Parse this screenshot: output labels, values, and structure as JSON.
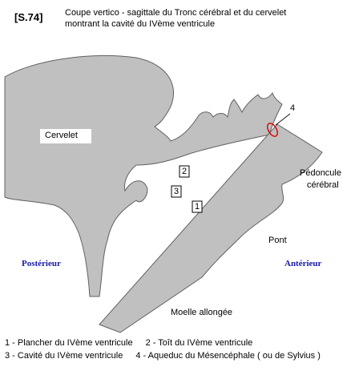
{
  "header": {
    "ref": "[S.74]",
    "title_line1": "Coupe vertico - sagittale du Tronc cérébral et du cervelet",
    "title_line2": "montrant la cavité du IVème ventricule"
  },
  "labels": {
    "cervelet": "Cervelet",
    "peduncle_line1": "Pédoncule",
    "peduncle_line2": "cérébral",
    "pont": "Pont",
    "moelle": "Moelle allongée",
    "posterieur": "Postérieur",
    "anterieur": "Antérieur"
  },
  "markers": [
    "1",
    "2",
    "3",
    "4"
  ],
  "legend": {
    "item1": "1 - Plancher du IVème ventricule",
    "item2": "2 - Toît du IVème ventricule",
    "item3": "3 - Cavité du IVème ventricule",
    "item4": "4 - Aqueduc du Mésencéphale ( ou de Sylvius )"
  },
  "colors": {
    "tissue": "#c0c0c0",
    "aqueduct_marker": "#e00000",
    "side_labels": "#1a1aa8"
  }
}
